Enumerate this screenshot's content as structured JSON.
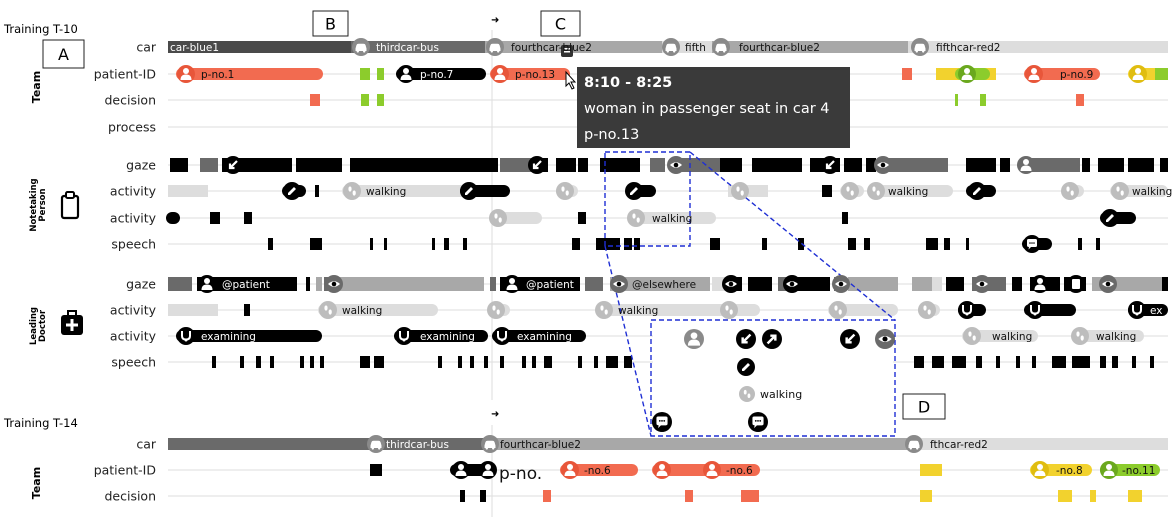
{
  "training_labels": [
    "Training T-10",
    "Training T-14"
  ],
  "panel_labels": [
    "A",
    "B",
    "C",
    "D"
  ],
  "group_labels": {
    "team": "Team",
    "notetaking": [
      "Notetaking",
      "Person"
    ],
    "doctor": [
      "Leading",
      "Doctor"
    ]
  },
  "row_labels": {
    "car": "car",
    "patient": "patient-ID",
    "decision": "decision",
    "process": "process",
    "gaze": "gaze",
    "activity": "activity",
    "speech": "speech"
  },
  "t10": {
    "car_segments": [
      "car-blue1",
      "thirdcar-bus",
      "fourthcar-blue2",
      "fifth",
      "fourthcar-blue2",
      "fifthcar-red2"
    ],
    "patients": [
      "p-no.1",
      "p-no.7",
      "p-no.13",
      "p-no.9"
    ]
  },
  "t14": {
    "car_segments": [
      "thirdcar-bus",
      "fourthcar-blue2",
      "fthcar-red2"
    ],
    "patients": [
      "p-no.",
      "-no.6",
      "-no.6",
      "-no.8",
      "-no.11"
    ]
  },
  "activity_labels": {
    "walking": "walking",
    "examining": "examining",
    "writing": "writing",
    "patient": "@patient",
    "elsewhere": "@elsewhere",
    "ex": "ex"
  },
  "tooltip": {
    "time": "8:10 - 8:25",
    "description": "woman in passenger seat in car 4",
    "patient": "p-no.13"
  },
  "arrow_glyph": "➜",
  "colors": {
    "red": "#f26b50",
    "green": "#8ccc2c",
    "yellow": "#f2d22e",
    "black": "#000000",
    "dark_gray": "#6a6a6a",
    "mid_gray": "#a8a8a8",
    "light_gray": "#dddddd",
    "tooltip_bg": "#3a3a3a",
    "zoom_border": "#1f2fd4"
  },
  "icons": [
    "car-icon",
    "person-icon",
    "eye-icon",
    "arrow-icon",
    "pen-icon",
    "footsteps-icon",
    "speech-icon",
    "stethoscope-icon",
    "clipboard-icon",
    "medkit-icon"
  ]
}
